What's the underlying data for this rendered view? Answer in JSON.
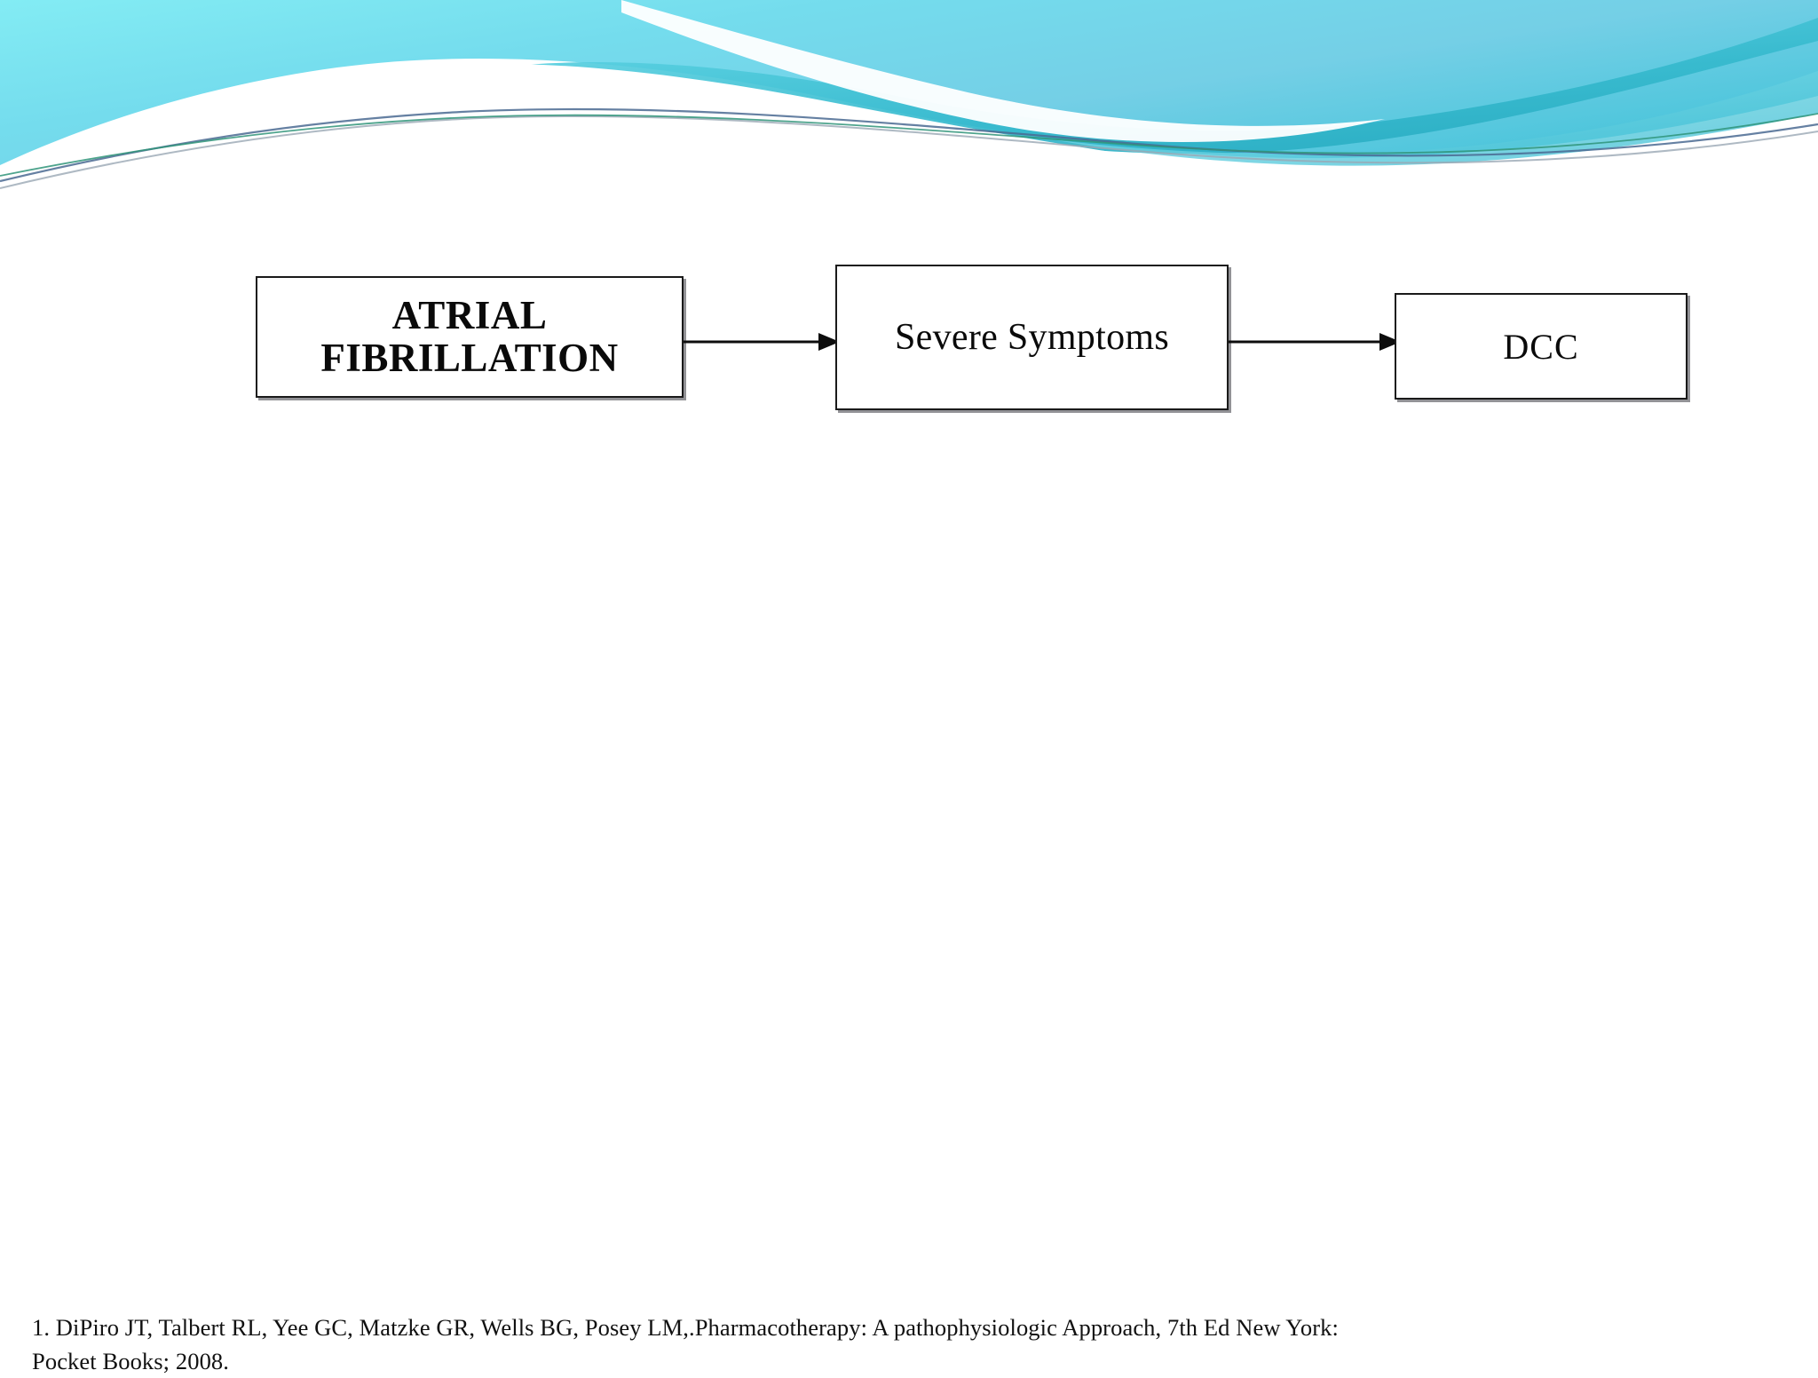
{
  "slide": {
    "background_color": "#ffffff",
    "banner": {
      "name": "decorative-wave-banner",
      "colors": {
        "cyan_light": "#7fe6f0",
        "cyan_mid": "#6fd3e7",
        "teal": "#3bbfd0",
        "teal_dark": "#28a9bd",
        "green_line": "#2f8f73",
        "navy_line": "#3f5f86",
        "grey_line": "#8d9aa6",
        "white": "#ffffff"
      }
    }
  },
  "diagram": {
    "type": "flowchart",
    "orientation": "left-to-right",
    "nodes": [
      {
        "id": "atrial-fibrillation",
        "label": "ATRIAL\nFIBRILLATION",
        "emphasis": "bold"
      },
      {
        "id": "severe-symptoms",
        "label": "Severe Symptoms",
        "emphasis": "normal"
      },
      {
        "id": "dcc",
        "label": "DCC",
        "emphasis": "normal"
      }
    ],
    "edges": [
      {
        "id": "af-to-symptoms",
        "from": "atrial-fibrillation",
        "to": "severe-symptoms",
        "style": "solid-arrow",
        "label": ""
      },
      {
        "id": "symptoms-to-dcc",
        "from": "severe-symptoms",
        "to": "dcc",
        "style": "solid-arrow",
        "label": ""
      }
    ]
  },
  "footer": {
    "citation": "1. DiPiro JT, Talbert RL, Yee GC, Matzke GR, Wells BG, Posey LM,.Pharmacotherapy: A pathophysiologic Approach, 7th Ed New York: Pocket Books; 2008."
  }
}
